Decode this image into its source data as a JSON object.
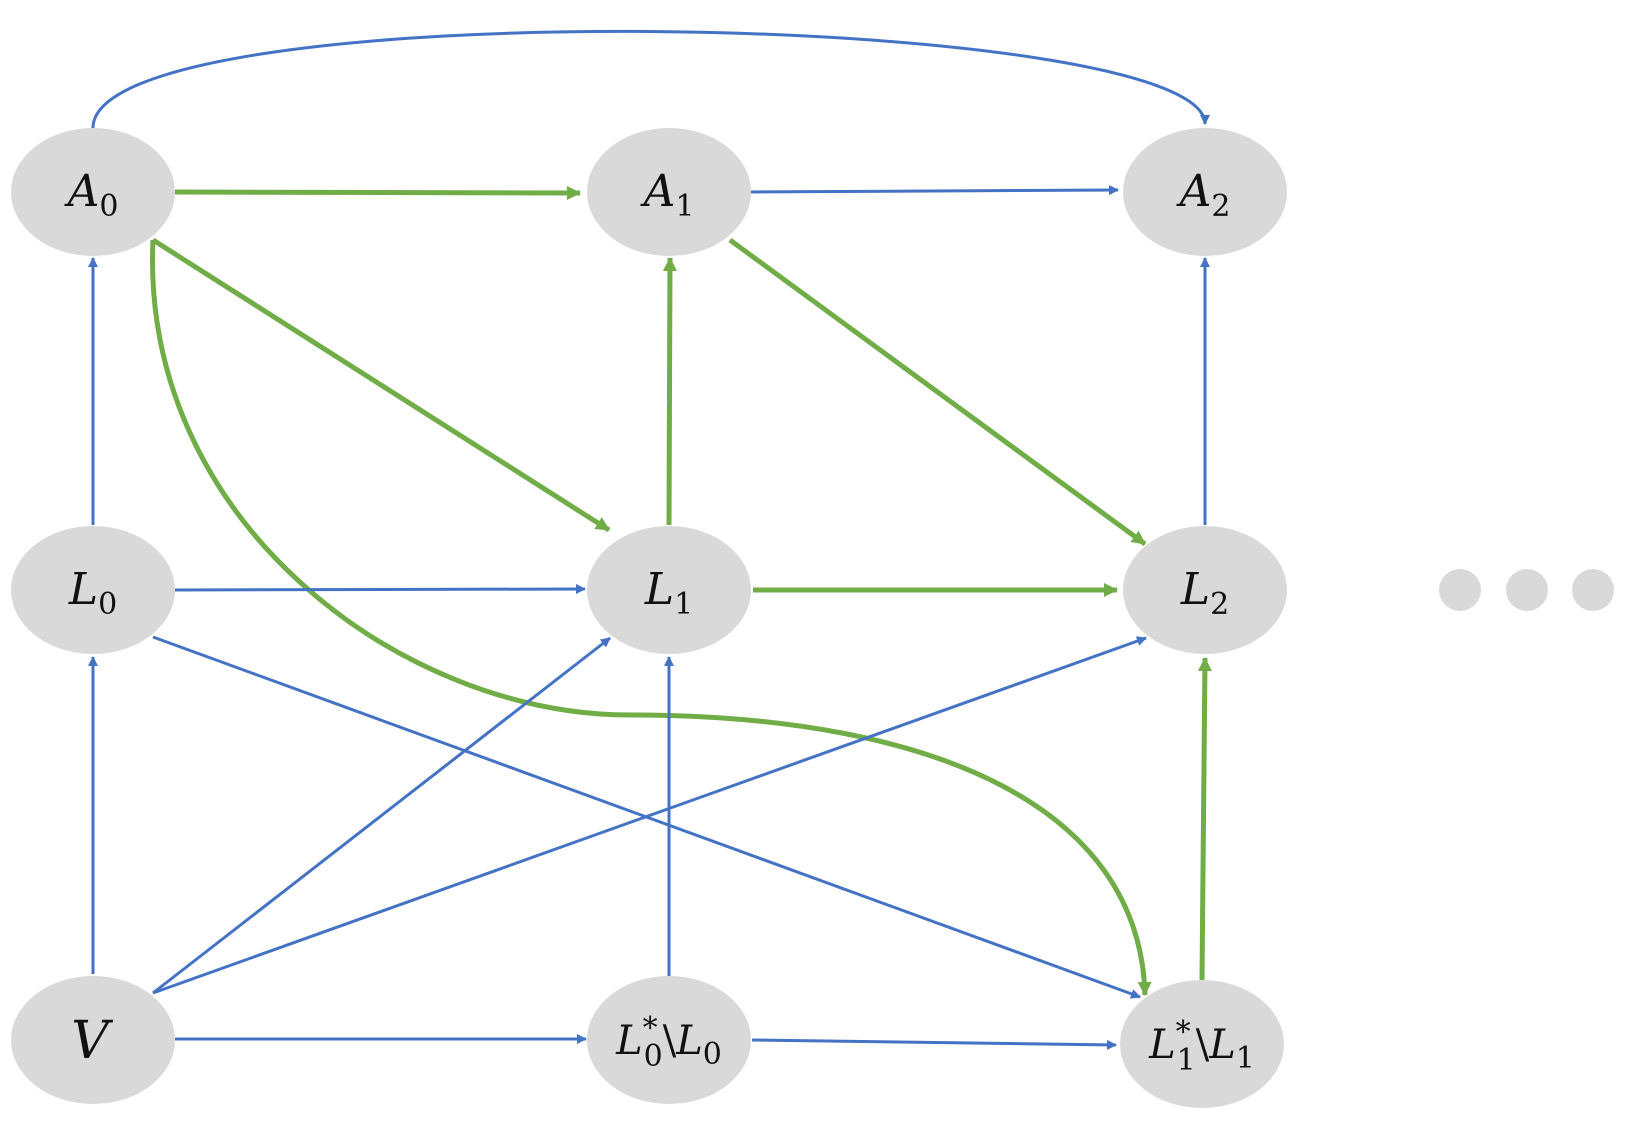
{
  "colors": {
    "node_fill": "#d9d9d9",
    "blue_edge": "#4472c4",
    "green_edge": "#70ad47",
    "ellipsis_dot": "#d9d9d9"
  },
  "nodes": {
    "A0": {
      "base": "A",
      "sub": "0"
    },
    "A1": {
      "base": "A",
      "sub": "1"
    },
    "A2": {
      "base": "A",
      "sub": "2"
    },
    "L0": {
      "base": "L",
      "sub": "0"
    },
    "L1": {
      "base": "L",
      "sub": "1"
    },
    "L2": {
      "base": "L",
      "sub": "2"
    },
    "V": {
      "base": "V"
    },
    "Ls0": {
      "base": "L",
      "sub": "0",
      "sup": "*",
      "op": "\\",
      "base2": "L",
      "sub2": "0"
    },
    "Ls1": {
      "base": "L",
      "sub": "1",
      "sup": "*",
      "op": "\\",
      "base2": "L",
      "sub2": "1"
    }
  },
  "edges": [
    {
      "from": "A0",
      "to": "A1",
      "color": "green"
    },
    {
      "from": "A1",
      "to": "A2",
      "color": "blue"
    },
    {
      "from": "A0",
      "to": "A2",
      "color": "blue",
      "curved": true
    },
    {
      "from": "L0",
      "to": "A0",
      "color": "blue"
    },
    {
      "from": "L1",
      "to": "A1",
      "color": "green"
    },
    {
      "from": "L2",
      "to": "A2",
      "color": "blue"
    },
    {
      "from": "A0",
      "to": "L1",
      "color": "green"
    },
    {
      "from": "A1",
      "to": "L2",
      "color": "green"
    },
    {
      "from": "A0",
      "to": "Ls1",
      "color": "green",
      "curved": true
    },
    {
      "from": "L0",
      "to": "L1",
      "color": "blue"
    },
    {
      "from": "L1",
      "to": "L2",
      "color": "green"
    },
    {
      "from": "L0",
      "to": "Ls1",
      "color": "blue"
    },
    {
      "from": "V",
      "to": "L0",
      "color": "blue"
    },
    {
      "from": "V",
      "to": "L1",
      "color": "blue"
    },
    {
      "from": "V",
      "to": "L2",
      "color": "blue"
    },
    {
      "from": "V",
      "to": "Ls0",
      "color": "blue"
    },
    {
      "from": "Ls0",
      "to": "L1",
      "color": "blue"
    },
    {
      "from": "Ls0",
      "to": "Ls1",
      "color": "blue"
    },
    {
      "from": "Ls1",
      "to": "L2",
      "color": "green"
    }
  ],
  "continuation": {
    "dots": 3
  }
}
